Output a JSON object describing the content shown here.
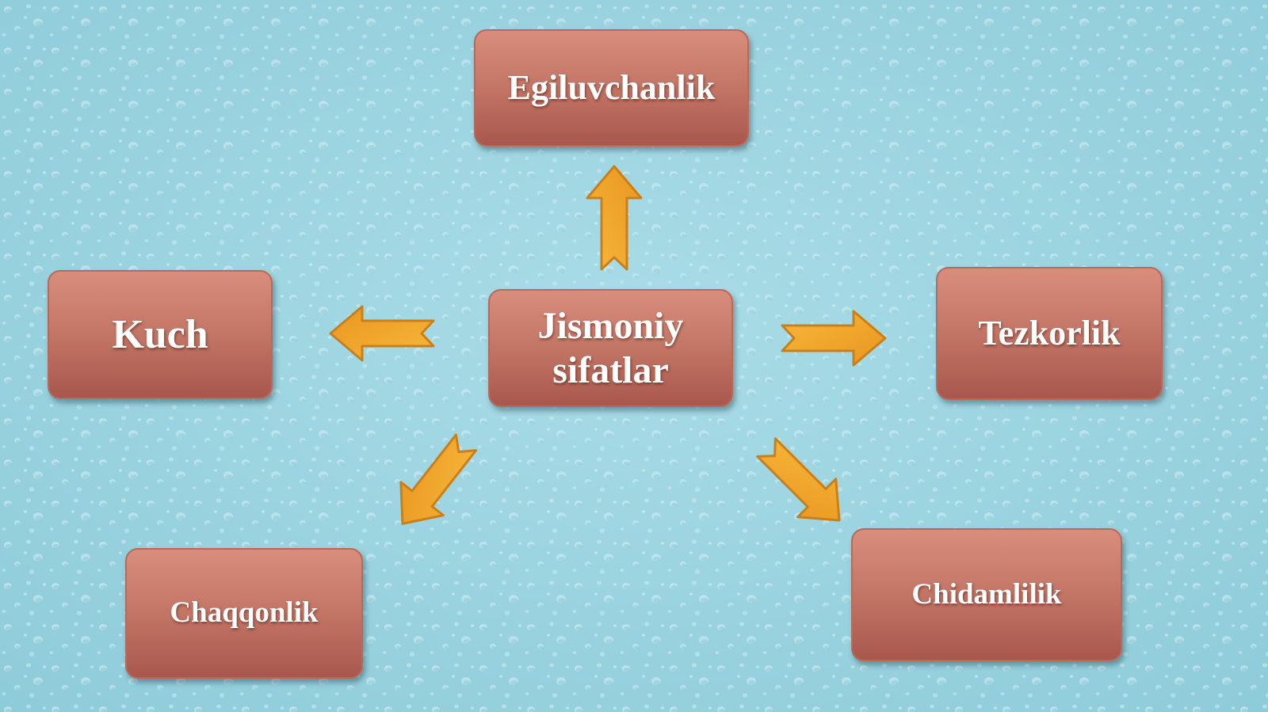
{
  "diagram": {
    "center": {
      "line1": "Jismoniy",
      "line2": "sifatlar"
    },
    "nodes": {
      "top": "Egiluvchanlik",
      "left": "Kuch",
      "right": "Tezkorlik",
      "bottom_left": "Chaqqonlik",
      "bottom_right": "Chidamlilik"
    }
  },
  "colors": {
    "background": "#9fd6e2",
    "box": "#c57868",
    "arrow_fill": "#f0a52a",
    "arrow_stroke": "#c9801a",
    "text": "#ffffff"
  }
}
